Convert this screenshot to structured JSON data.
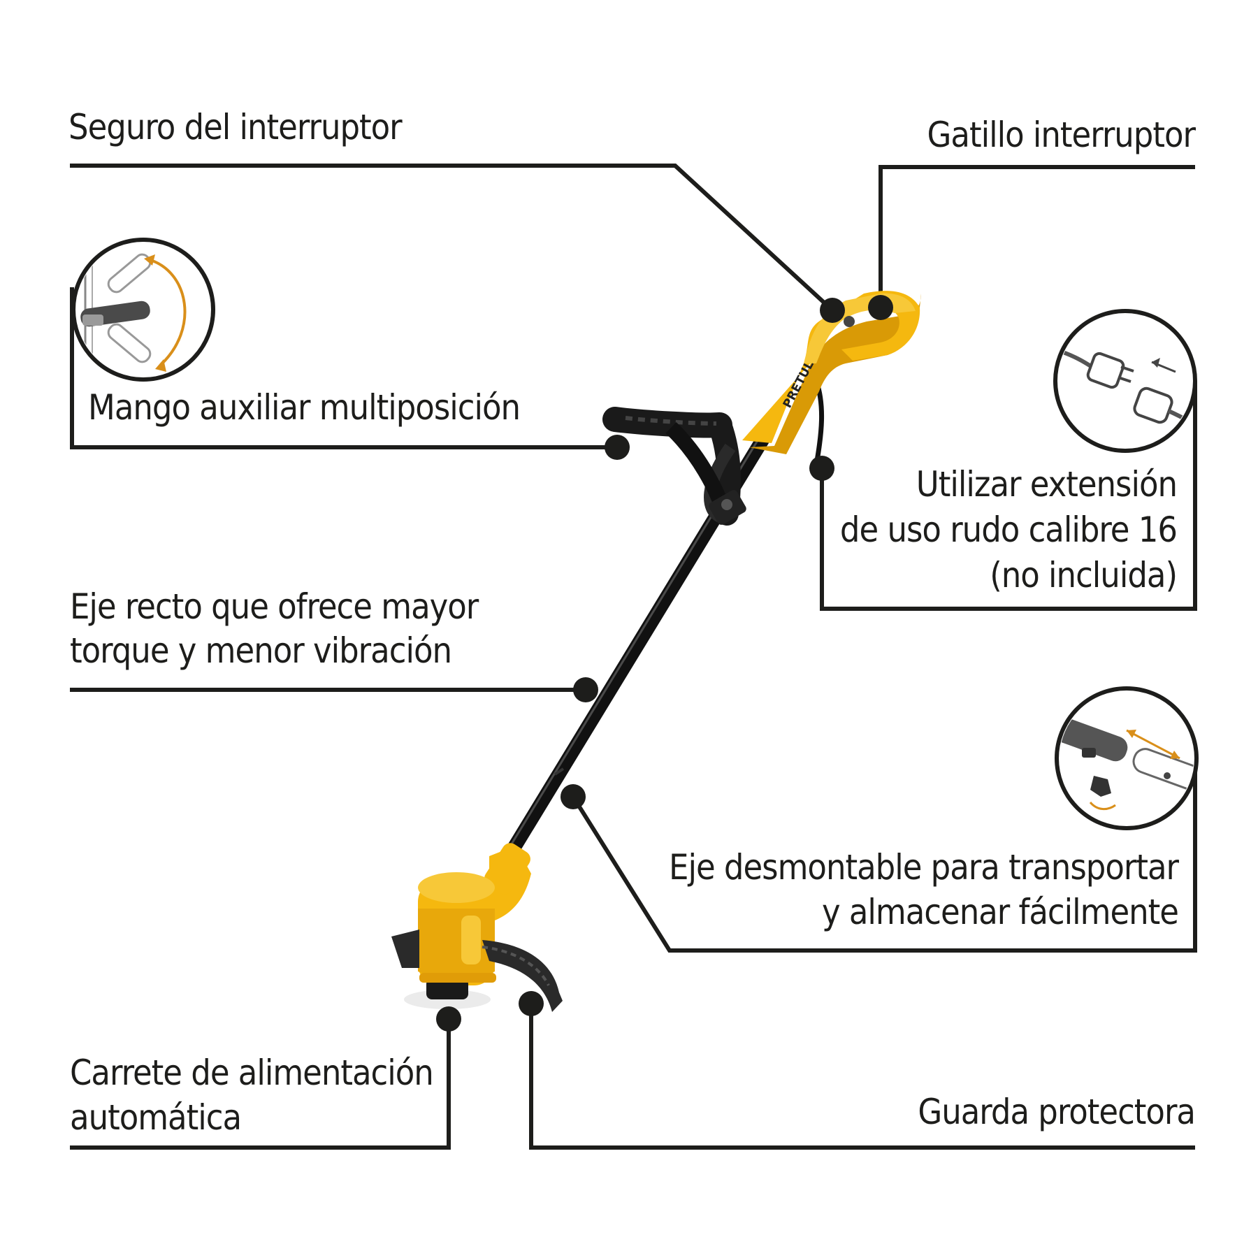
{
  "brand": "PRETUL",
  "colors": {
    "text": "#1d1d1b",
    "body": "#f5b80f",
    "body_shade": "#d99a06",
    "shaft": "#111111",
    "accent_arrow": "#d98f1a"
  },
  "labels": {
    "switch_lock": "Seguro del interruptor",
    "trigger_switch": "Gatillo interruptor",
    "aux_handle": "Mango auxiliar multiposición",
    "extension_line1": "Utilizar extensión",
    "extension_line2": "de uso rudo calibre 16",
    "extension_line3": "(no incluida)",
    "straight_shaft_line1": "Eje recto que ofrece mayor",
    "straight_shaft_line2": "torque y menor vibración",
    "detachable_shaft_line1": "Eje desmontable para transportar",
    "detachable_shaft_line2": "y almacenar fácilmente",
    "spool_line1": "Carrete de alimentación",
    "spool_line2": "automática",
    "guard": "Guarda protectora"
  },
  "icons": {
    "handle_detail": "multiposition-handle-icon",
    "plug_detail": "plug-extension-icon",
    "shaft_detail": "shaft-coupling-icon"
  }
}
